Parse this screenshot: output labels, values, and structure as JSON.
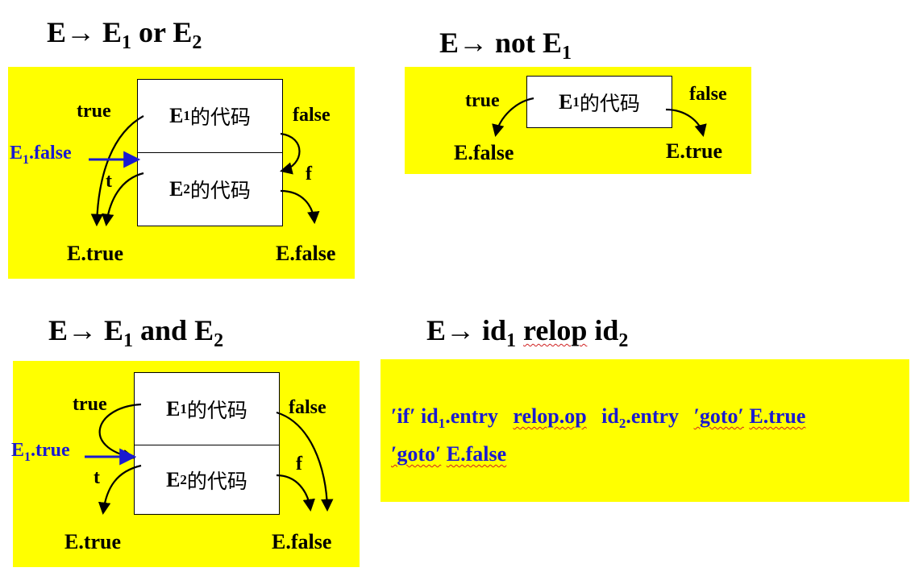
{
  "or": {
    "title": {
      "lhs": "E",
      "arrow": "→",
      "e1": "E",
      "one": "1",
      "op": "or",
      "e2": "E",
      "two": "2"
    },
    "box1": {
      "e": "E",
      "sub": "1",
      "cn": "的代码"
    },
    "box2": {
      "e": "E",
      "sub": "2",
      "cn": "的代码"
    },
    "true_label": "true",
    "false_label": "false",
    "link_label": {
      "e": "E",
      "sub": "1",
      "rest": ".false"
    },
    "t_label": "t",
    "f_label": "f",
    "etrue": "E.true",
    "efalse": "E.false"
  },
  "not": {
    "title": {
      "lhs": "E",
      "arrow": "→",
      "op": "not",
      "e1": "E",
      "one": "1"
    },
    "box": {
      "e": "E",
      "sub": "1",
      "cn": "的代码"
    },
    "true_label": "true",
    "false_label": "false",
    "efalse": "E.false",
    "etrue": "E.true"
  },
  "and": {
    "title": {
      "lhs": "E",
      "arrow": "→",
      "e1": "E",
      "one": "1",
      "op": "and",
      "e2": "E",
      "two": "2"
    },
    "box1": {
      "e": "E",
      "sub": "1",
      "cn": "的代码"
    },
    "box2": {
      "e": "E",
      "sub": "2",
      "cn": "的代码"
    },
    "true_label": "true",
    "false_label": "false",
    "link_label": {
      "e": "E",
      "sub": "1",
      "rest": ".true"
    },
    "t_label": "t",
    "f_label": "f",
    "etrue": "E.true",
    "efalse": "E.false"
  },
  "relop": {
    "title": {
      "lhs": "E",
      "arrow": "→",
      "id1": "id",
      "one": "1",
      "op": "relop",
      "id2": "id",
      "two": "2"
    },
    "line1": {
      "if": "′if′",
      "id1": "id",
      "sub1": "1",
      "entry1": ".entry",
      "relop": "relop.op",
      "id2": "id",
      "sub2": "2",
      "entry2": ".entry",
      "goto1": "′goto′",
      "etrue": "E.true"
    },
    "line2": {
      "goto2": "′goto′",
      "efalse": "E.false"
    }
  },
  "colors": {
    "panel": "#ffff00",
    "blue": "#1a1ad0",
    "underline": "#d02020"
  }
}
